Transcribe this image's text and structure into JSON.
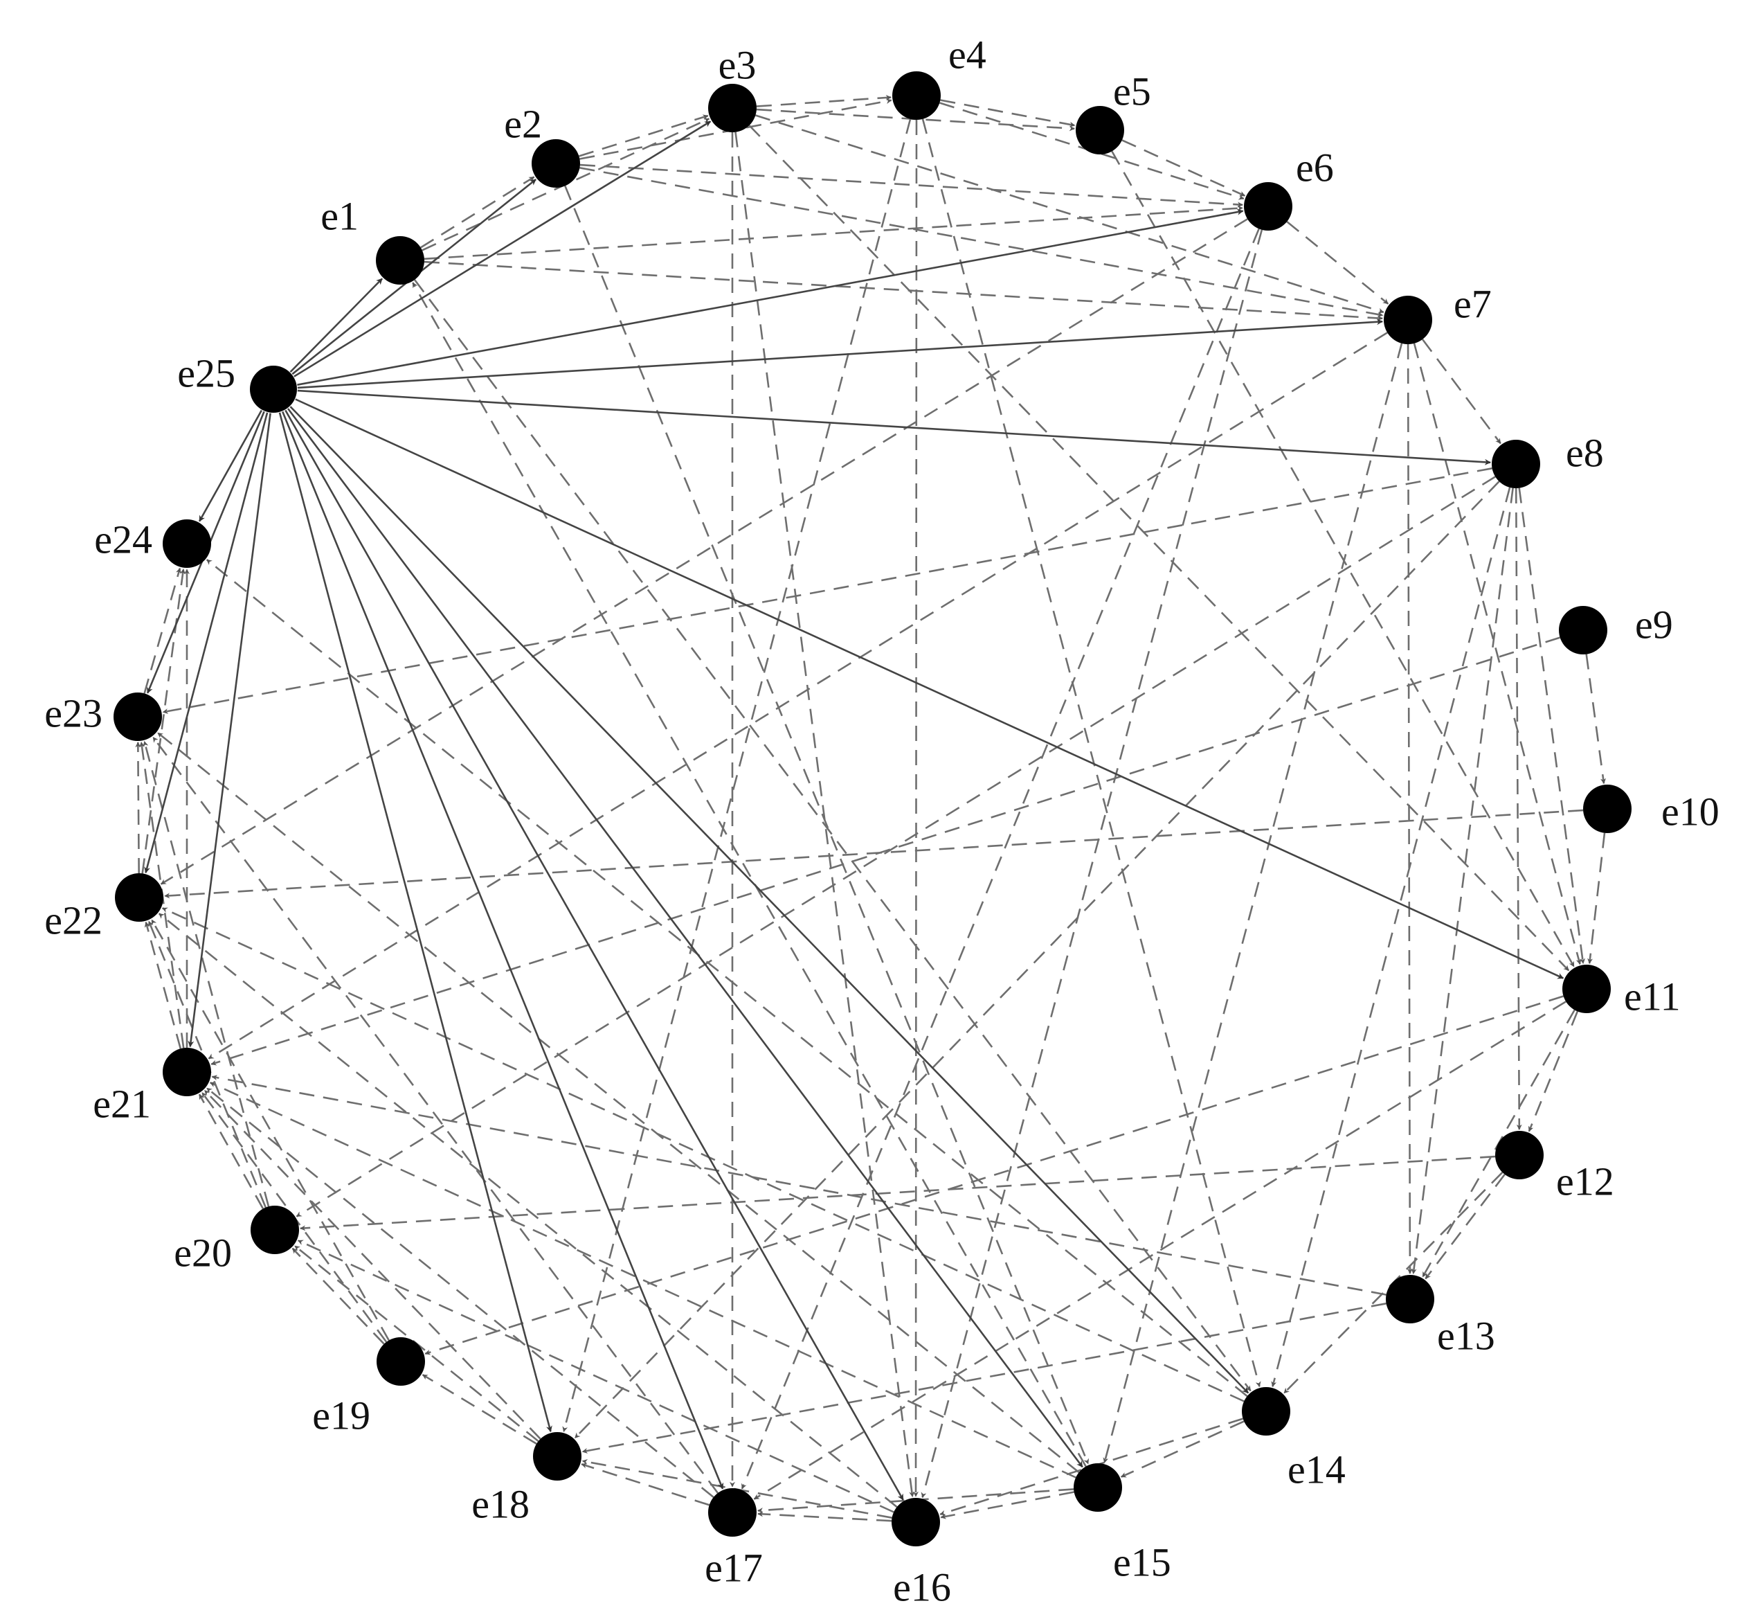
{
  "diagram": {
    "type": "directed-graph",
    "center_node": "e25",
    "nodes": [
      {
        "id": "e1",
        "label": "e1"
      },
      {
        "id": "e2",
        "label": "e2"
      },
      {
        "id": "e3",
        "label": "e3"
      },
      {
        "id": "e4",
        "label": "e4"
      },
      {
        "id": "e5",
        "label": "e5"
      },
      {
        "id": "e6",
        "label": "e6"
      },
      {
        "id": "e7",
        "label": "e7"
      },
      {
        "id": "e8",
        "label": "e8"
      },
      {
        "id": "e9",
        "label": "e9"
      },
      {
        "id": "e10",
        "label": "e10"
      },
      {
        "id": "e11",
        "label": "e11"
      },
      {
        "id": "e12",
        "label": "e12"
      },
      {
        "id": "e13",
        "label": "e13"
      },
      {
        "id": "e14",
        "label": "e14"
      },
      {
        "id": "e15",
        "label": "e15"
      },
      {
        "id": "e16",
        "label": "e16"
      },
      {
        "id": "e17",
        "label": "e17"
      },
      {
        "id": "e18",
        "label": "e18"
      },
      {
        "id": "e19",
        "label": "e19"
      },
      {
        "id": "e20",
        "label": "e20"
      },
      {
        "id": "e21",
        "label": "e21"
      },
      {
        "id": "e22",
        "label": "e22"
      },
      {
        "id": "e23",
        "label": "e23"
      },
      {
        "id": "e24",
        "label": "e24"
      },
      {
        "id": "e25",
        "label": "e25"
      }
    ],
    "solid_edges": [
      [
        "e25",
        "e1"
      ],
      [
        "e25",
        "e2"
      ],
      [
        "e25",
        "e3"
      ],
      [
        "e25",
        "e6"
      ],
      [
        "e25",
        "e7"
      ],
      [
        "e25",
        "e8"
      ],
      [
        "e25",
        "e11"
      ],
      [
        "e25",
        "e14"
      ],
      [
        "e25",
        "e15"
      ],
      [
        "e25",
        "e16"
      ],
      [
        "e25",
        "e17"
      ],
      [
        "e25",
        "e18"
      ],
      [
        "e25",
        "e21"
      ],
      [
        "e25",
        "e22"
      ],
      [
        "e25",
        "e23"
      ],
      [
        "e25",
        "e24"
      ]
    ],
    "dashed_edges": [
      [
        "e1",
        "e2"
      ],
      [
        "e1",
        "e3"
      ],
      [
        "e1",
        "e6"
      ],
      [
        "e1",
        "e7"
      ],
      [
        "e1",
        "e14"
      ],
      [
        "e2",
        "e3"
      ],
      [
        "e2",
        "e4"
      ],
      [
        "e2",
        "e6"
      ],
      [
        "e2",
        "e7"
      ],
      [
        "e2",
        "e15"
      ],
      [
        "e3",
        "e4"
      ],
      [
        "e3",
        "e5"
      ],
      [
        "e3",
        "e7"
      ],
      [
        "e3",
        "e11"
      ],
      [
        "e3",
        "e16"
      ],
      [
        "e3",
        "e17"
      ],
      [
        "e4",
        "e5"
      ],
      [
        "e4",
        "e6"
      ],
      [
        "e4",
        "e18"
      ],
      [
        "e4",
        "e14"
      ],
      [
        "e4",
        "e16"
      ],
      [
        "e5",
        "e6"
      ],
      [
        "e5",
        "e11"
      ],
      [
        "e6",
        "e7"
      ],
      [
        "e6",
        "e22"
      ],
      [
        "e6",
        "e17"
      ],
      [
        "e6",
        "e16"
      ],
      [
        "e7",
        "e8"
      ],
      [
        "e7",
        "e13"
      ],
      [
        "e7",
        "e21"
      ],
      [
        "e7",
        "e15"
      ],
      [
        "e7",
        "e11"
      ],
      [
        "e8",
        "e11"
      ],
      [
        "e8",
        "e12"
      ],
      [
        "e8",
        "e13"
      ],
      [
        "e8",
        "e23"
      ],
      [
        "e8",
        "e18"
      ],
      [
        "e8",
        "e20"
      ],
      [
        "e8",
        "e14"
      ],
      [
        "e9",
        "e10"
      ],
      [
        "e9",
        "e21"
      ],
      [
        "e10",
        "e11"
      ],
      [
        "e10",
        "e22"
      ],
      [
        "e11",
        "e12"
      ],
      [
        "e11",
        "e13"
      ],
      [
        "e11",
        "e19"
      ],
      [
        "e11",
        "e17"
      ],
      [
        "e12",
        "e13"
      ],
      [
        "e12",
        "e20"
      ],
      [
        "e12",
        "e14"
      ],
      [
        "e13",
        "e21"
      ],
      [
        "e13",
        "e18"
      ],
      [
        "e14",
        "e15"
      ],
      [
        "e14",
        "e16"
      ],
      [
        "e14",
        "e22"
      ],
      [
        "e14",
        "e24"
      ],
      [
        "e15",
        "e16"
      ],
      [
        "e15",
        "e17"
      ],
      [
        "e15",
        "e21"
      ],
      [
        "e15",
        "e23"
      ],
      [
        "e15",
        "e1"
      ],
      [
        "e16",
        "e17"
      ],
      [
        "e16",
        "e18"
      ],
      [
        "e16",
        "e22"
      ],
      [
        "e16",
        "e20"
      ],
      [
        "e17",
        "e18"
      ],
      [
        "e17",
        "e21"
      ],
      [
        "e17",
        "e23"
      ],
      [
        "e18",
        "e19"
      ],
      [
        "e18",
        "e20"
      ],
      [
        "e18",
        "e21"
      ],
      [
        "e19",
        "e20"
      ],
      [
        "e19",
        "e21"
      ],
      [
        "e19",
        "e22"
      ],
      [
        "e20",
        "e21"
      ],
      [
        "e20",
        "e22"
      ],
      [
        "e20",
        "e23"
      ],
      [
        "e21",
        "e22"
      ],
      [
        "e21",
        "e23"
      ],
      [
        "e21",
        "e24"
      ],
      [
        "e22",
        "e23"
      ],
      [
        "e22",
        "e24"
      ],
      [
        "e23",
        "e24"
      ]
    ]
  }
}
